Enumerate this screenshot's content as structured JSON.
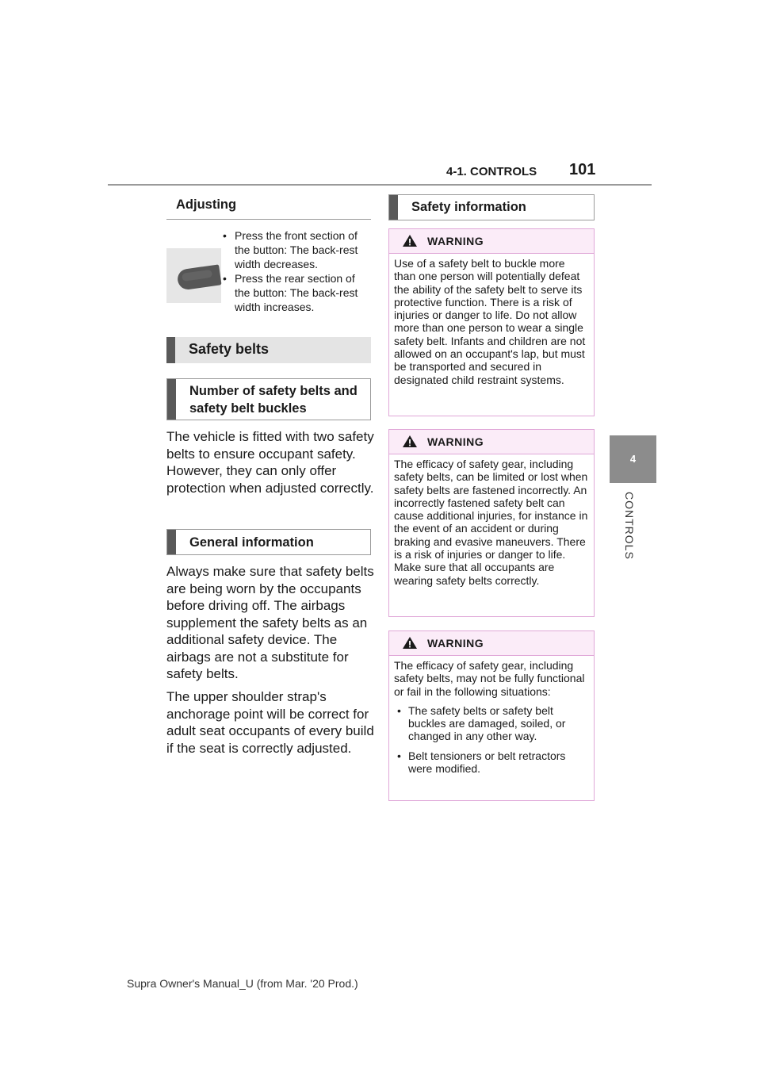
{
  "header": {
    "section": "4-1. CONTROLS",
    "page_number": "101"
  },
  "side_tab": {
    "number": "4",
    "label": "CONTROLS"
  },
  "left": {
    "adjusting_title": "Adjusting",
    "adjust_bullets": [
      "Press the front section of the button: The back-rest width decreases.",
      "Press the rear section of the button: The back-rest width increases."
    ],
    "safety_belts_title": "Safety belts",
    "number_title": "Number of safety belts and safety belt buckles",
    "number_text": "The vehicle is fitted with two safety belts to ensure occupant safety. However, they can only offer protection when adjusted correctly.",
    "general_title": "General information",
    "general_text": "Always make sure that safety belts are being worn by the occupants before driving off. The airbags supplement the safety belts as an additional safety device. The airbags are not a substitute for safety belts.",
    "anchorage_text": "The upper shoulder strap's anchorage point will be correct for adult seat occupants of every build if the seat is correctly adjusted."
  },
  "right": {
    "safety_info_title": "Safety information",
    "warnings": [
      {
        "label": "WARNING",
        "text": "Use of a safety belt to buckle more than one person will potentially defeat the ability of the safety belt to serve its protective function. There is a risk of injuries or danger to life. Do not allow more than one person to wear a single safety belt. Infants and children are not allowed on an occupant's lap, but must be transported and secured in designated child restraint systems."
      },
      {
        "label": "WARNING",
        "text": "The efficacy of safety gear, including safety belts, can be limited or lost when safety belts are fastened incorrectly. An incorrectly fastened safety belt can cause additional injuries, for instance in the event of an accident or during braking and evasive maneuvers. There is a risk of injuries or danger to life. Make sure that all occupants are wearing safety belts correctly."
      },
      {
        "label": "WARNING",
        "text": "The efficacy of safety gear, including safety belts, may not be fully functional or fail in the following situations:",
        "bullets": [
          "The safety belts or safety belt buckles are damaged, soiled, or changed in any other way.",
          "Belt tensioners or belt retractors were modified."
        ]
      }
    ]
  },
  "footer": {
    "text": "Supra Owner's Manual_U (from Mar. '20 Prod.)"
  },
  "colors": {
    "warning_border": "#e0a8d8",
    "heading_bar": "#595959",
    "tab": "#8c8c8c"
  }
}
